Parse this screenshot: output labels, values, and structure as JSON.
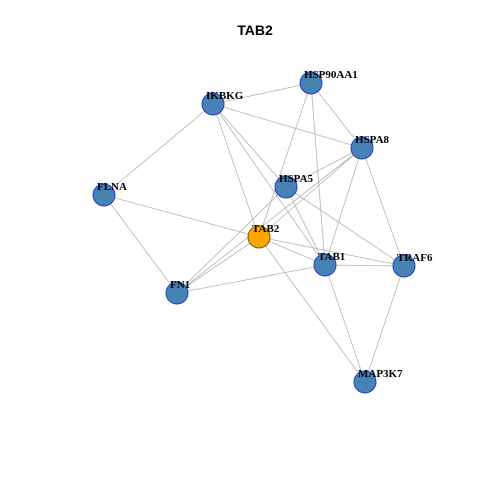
{
  "title": "TAB2",
  "colors": {
    "node_fill": "#4682b4",
    "node_stroke": "#1f3fcf",
    "center_fill": "#ffa500",
    "center_stroke": "#7a5a00",
    "edge": "#b3b3b3",
    "background": "#ffffff"
  },
  "nodes": [
    {
      "id": "HSP90AA1",
      "label": "HSP90AA1",
      "center": false
    },
    {
      "id": "IKBKG",
      "label": "IKBKG",
      "center": false
    },
    {
      "id": "HSPA8",
      "label": "HSPA8",
      "center": false
    },
    {
      "id": "FLNA",
      "label": "FLNA",
      "center": false
    },
    {
      "id": "HSPA5",
      "label": "HSPA5",
      "center": false
    },
    {
      "id": "TAB2",
      "label": "TAB2",
      "center": true
    },
    {
      "id": "TAB1",
      "label": "TAB1",
      "center": false
    },
    {
      "id": "TRAF6",
      "label": "TRAF6",
      "center": false
    },
    {
      "id": "FN1",
      "label": "FN1",
      "center": false
    },
    {
      "id": "MAP3K7",
      "label": "MAP3K7",
      "center": false
    }
  ],
  "edges": [
    [
      "IKBKG",
      "HSP90AA1"
    ],
    [
      "IKBKG",
      "HSPA8"
    ],
    [
      "IKBKG",
      "FLNA"
    ],
    [
      "IKBKG",
      "HSPA5"
    ],
    [
      "IKBKG",
      "TAB2"
    ],
    [
      "IKBKG",
      "TAB1"
    ],
    [
      "HSP90AA1",
      "HSPA8"
    ],
    [
      "HSP90AA1",
      "TAB2"
    ],
    [
      "HSP90AA1",
      "TAB1"
    ],
    [
      "HSPA8",
      "HSPA5"
    ],
    [
      "HSPA8",
      "TAB2"
    ],
    [
      "HSPA8",
      "TAB1"
    ],
    [
      "HSPA8",
      "TRAF6"
    ],
    [
      "HSPA8",
      "FN1"
    ],
    [
      "FLNA",
      "TAB2"
    ],
    [
      "FLNA",
      "FN1"
    ],
    [
      "HSPA5",
      "FN1"
    ],
    [
      "HSPA5",
      "TAB1"
    ],
    [
      "HSPA5",
      "TRAF6"
    ],
    [
      "TAB2",
      "TAB1"
    ],
    [
      "TAB2",
      "TRAF6"
    ],
    [
      "TAB2",
      "FN1"
    ],
    [
      "TAB2",
      "MAP3K7"
    ],
    [
      "TAB1",
      "TRAF6"
    ],
    [
      "TAB1",
      "FN1"
    ],
    [
      "TAB1",
      "MAP3K7"
    ],
    [
      "TRAF6",
      "MAP3K7"
    ]
  ]
}
